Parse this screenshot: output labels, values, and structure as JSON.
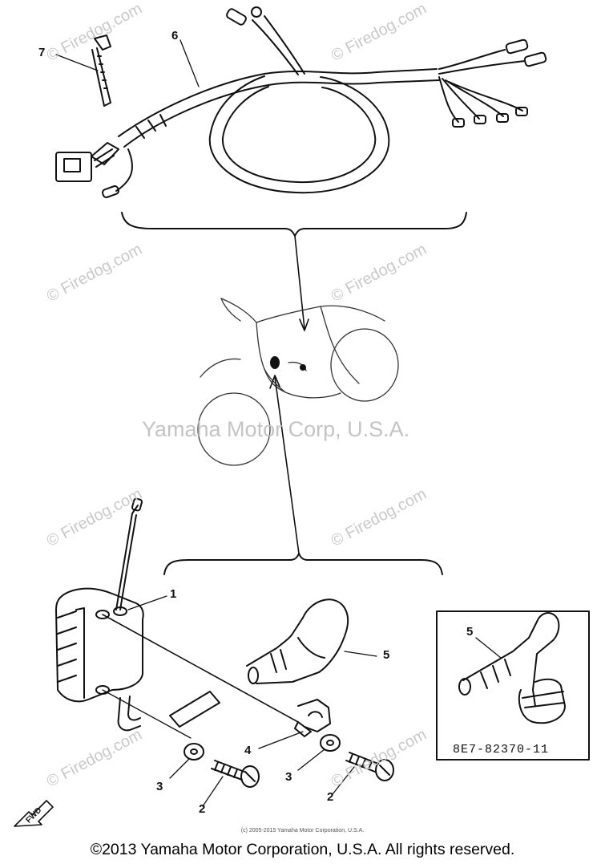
{
  "callouts": {
    "c1": "1",
    "c2a": "2",
    "c2b": "2",
    "c3a": "3",
    "c3b": "3",
    "c4": "4",
    "c5a": "5",
    "c5b": "5",
    "c6": "6",
    "c7": "7"
  },
  "inset_part_code": "8E7-82370-11",
  "watermarks": {
    "firedog": "© Firedog.com",
    "yamaha": "Yamaha Motor Corp, U.S.A."
  },
  "fine_print": "(c) 2005-2015 Yamaha Motor Corporation, U.S.A.",
  "footer": "©2013 Yamaha Motor Corporation, U.S.A. All rights reserved.",
  "fwd_label": "FWD"
}
